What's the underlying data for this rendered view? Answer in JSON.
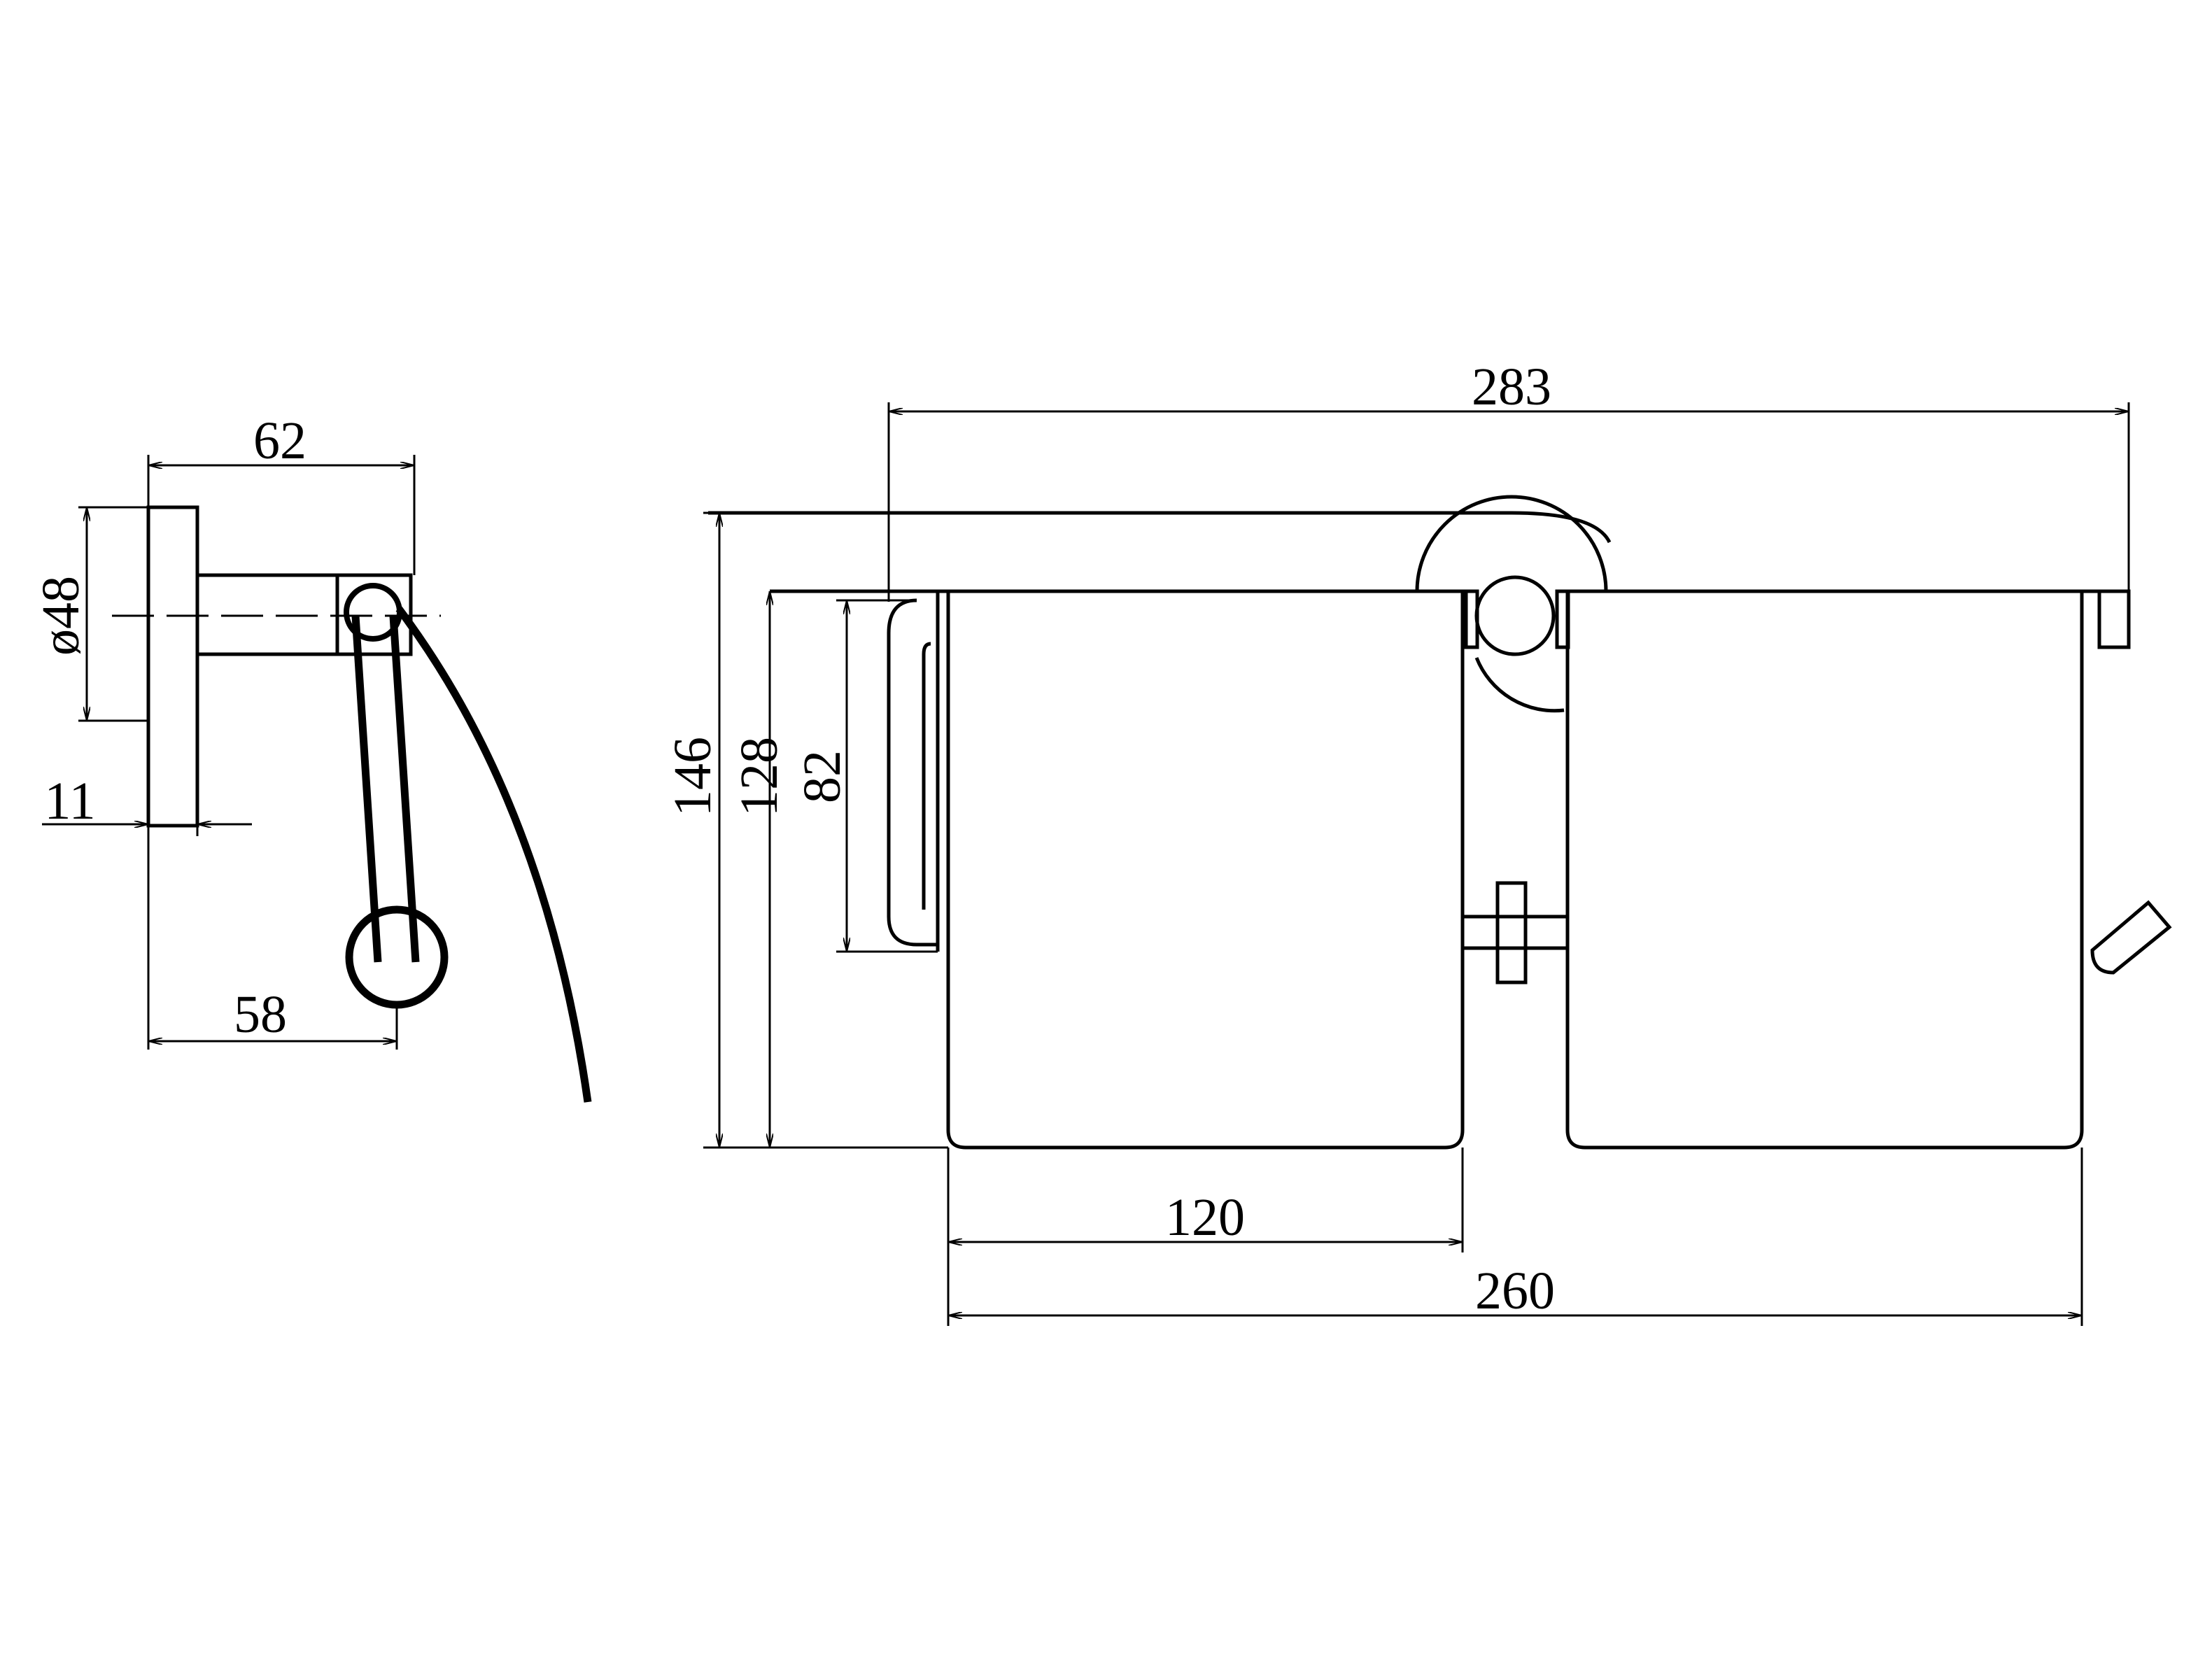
{
  "side_view": {
    "dim_width": "62",
    "dim_diameter": "ø48",
    "dim_thickness": "11",
    "dim_depth": "58"
  },
  "front_view": {
    "dim_overall_width": "283",
    "dim_height_total": "146",
    "dim_height_cover": "128",
    "dim_height_inner": "82",
    "dim_roll_width": "120",
    "dim_cover_span": "260"
  },
  "colors": {
    "line": "#000000",
    "background": "#ffffff"
  }
}
